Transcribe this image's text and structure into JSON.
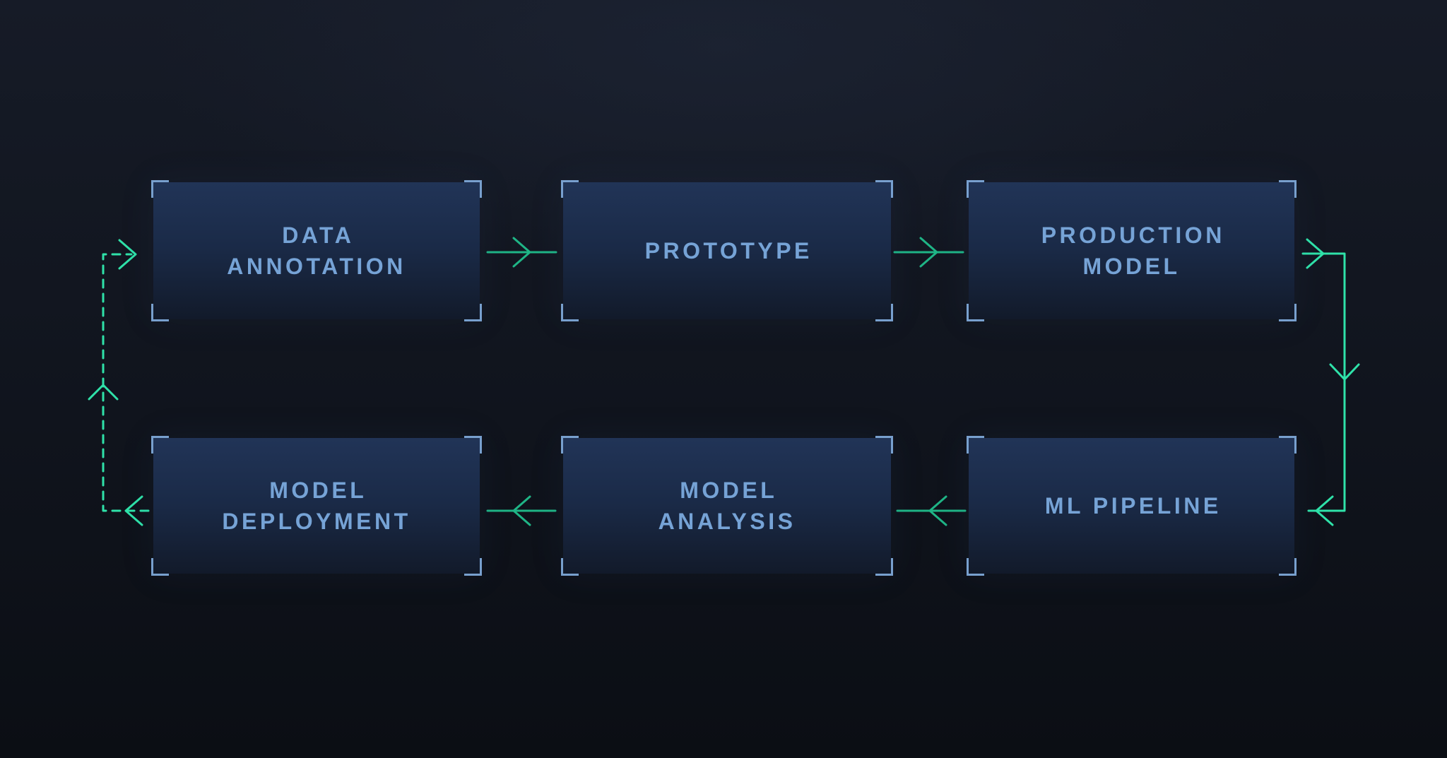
{
  "diagram": {
    "nodes": [
      {
        "id": "data-annotation",
        "label": "DATA\nANNOTATION"
      },
      {
        "id": "prototype",
        "label": "PROTOTYPE"
      },
      {
        "id": "production-model",
        "label": "PRODUCTION\nMODEL"
      },
      {
        "id": "ml-pipeline",
        "label": "ML PIPELINE"
      },
      {
        "id": "model-analysis",
        "label": "MODEL\nANALYSIS"
      },
      {
        "id": "model-deployment",
        "label": "MODEL\nDEPLOYMENT"
      }
    ],
    "edges": [
      {
        "from": "data-annotation",
        "to": "prototype",
        "line": "solid",
        "route": "straight"
      },
      {
        "from": "prototype",
        "to": "production-model",
        "line": "solid",
        "route": "straight"
      },
      {
        "from": "production-model",
        "to": "ml-pipeline",
        "line": "solid",
        "route": "right-elbow"
      },
      {
        "from": "ml-pipeline",
        "to": "model-analysis",
        "line": "solid",
        "route": "straight"
      },
      {
        "from": "model-analysis",
        "to": "model-deployment",
        "line": "solid",
        "route": "straight"
      },
      {
        "from": "model-deployment",
        "to": "data-annotation",
        "line": "dashed",
        "route": "left-elbow"
      }
    ]
  },
  "colors": {
    "background_top": "#161b27",
    "background_bottom": "#0b0e14",
    "node_fill_top": "#213457",
    "node_fill_bottom": "#121a2a",
    "node_bracket": "#7ea8d8",
    "node_label": "#76a3d6",
    "arrow_solid": "#1fb586",
    "arrow_bright": "#2fe2a9"
  }
}
